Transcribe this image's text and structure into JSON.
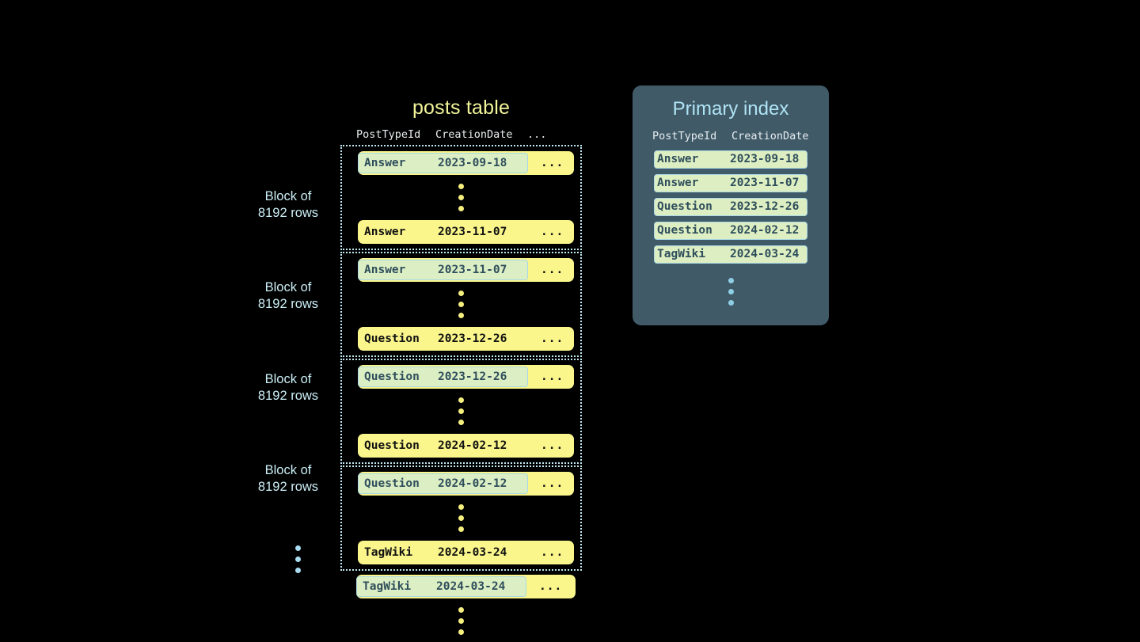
{
  "posts_table": {
    "title": "posts table",
    "columns": [
      "PostTypeId",
      "CreationDate",
      "..."
    ],
    "rest_marker": "...",
    "blocks": [
      {
        "label_line1": "Block of",
        "label_line2": "8192 rows",
        "first_row": {
          "post_type_id": "Answer",
          "creation_date": "2023-09-18",
          "rest": "...",
          "marked": true
        },
        "last_row": {
          "post_type_id": "Answer",
          "creation_date": "2023-11-07",
          "rest": "...",
          "marked": false
        }
      },
      {
        "label_line1": "Block of",
        "label_line2": "8192 rows",
        "first_row": {
          "post_type_id": "Answer",
          "creation_date": "2023-11-07",
          "rest": "...",
          "marked": true
        },
        "last_row": {
          "post_type_id": "Question",
          "creation_date": "2023-12-26",
          "rest": "...",
          "marked": false
        }
      },
      {
        "label_line1": "Block of",
        "label_line2": "8192 rows",
        "first_row": {
          "post_type_id": "Question",
          "creation_date": "2023-12-26",
          "rest": "...",
          "marked": true
        },
        "last_row": {
          "post_type_id": "Question",
          "creation_date": "2024-02-12",
          "rest": "...",
          "marked": false
        }
      },
      {
        "label_line1": "Block of",
        "label_line2": "8192 rows",
        "first_row": {
          "post_type_id": "Question",
          "creation_date": "2024-02-12",
          "rest": "...",
          "marked": true
        },
        "last_row": {
          "post_type_id": "TagWiki",
          "creation_date": "2024-03-24",
          "rest": "...",
          "marked": false
        }
      }
    ],
    "tail_row": {
      "post_type_id": "TagWiki",
      "creation_date": "2024-03-24",
      "rest": "...",
      "marked": true
    }
  },
  "primary_index": {
    "title": "Primary index",
    "columns": [
      "PostTypeId",
      "CreationDate"
    ],
    "rows": [
      {
        "post_type_id": "Answer",
        "creation_date": "2023-09-18"
      },
      {
        "post_type_id": "Answer",
        "creation_date": "2023-11-07"
      },
      {
        "post_type_id": "Question",
        "creation_date": "2023-12-26"
      },
      {
        "post_type_id": "Question",
        "creation_date": "2024-02-12"
      },
      {
        "post_type_id": "TagWiki",
        "creation_date": "2024-03-24"
      }
    ]
  },
  "colors": {
    "background": "#000000",
    "row_yellow": "#FAF68C",
    "mark_green": "#DDEFC2",
    "mark_border": "#A9D8E4",
    "block_border": "#BFE9F2",
    "panel_slate": "#415A68",
    "title_yellow": "#F2F59A",
    "title_cyan": "#AFE4F4",
    "label_cyan": "#CBEEF6",
    "dot_yellow": "#F5EF7E",
    "dot_blue": "#A9DCF0"
  }
}
